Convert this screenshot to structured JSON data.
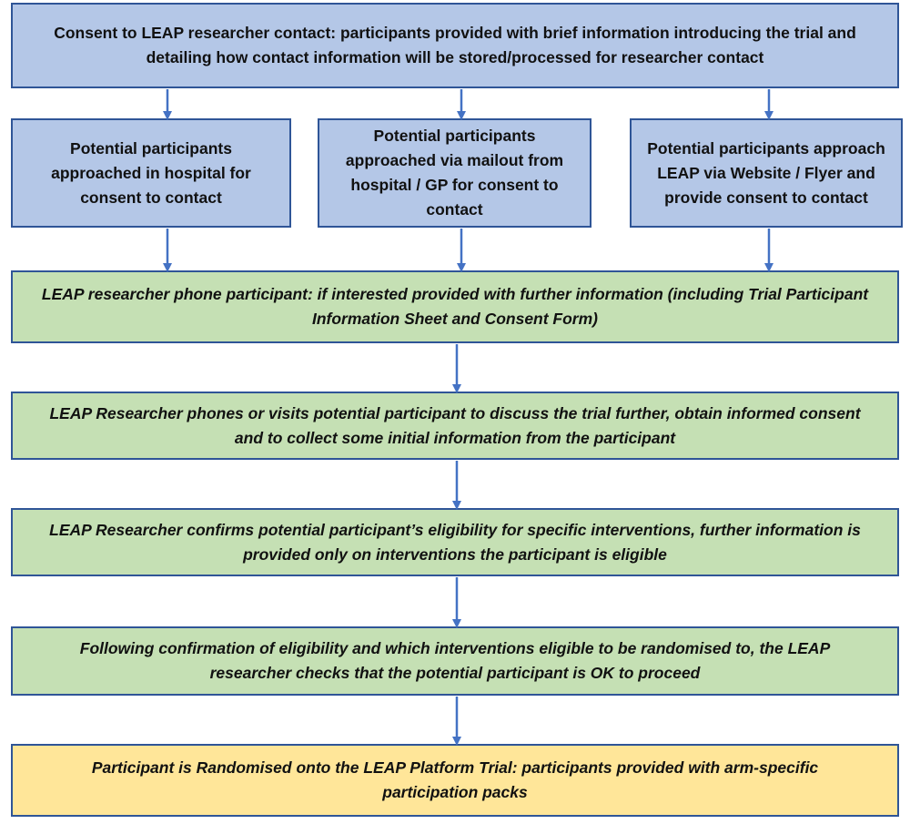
{
  "diagram": {
    "colors": {
      "blue_fill": "#b4c7e7",
      "green_fill": "#c5e0b4",
      "yellow_fill": "#ffe699",
      "border": "#2f5597",
      "arrow": "#4472c4"
    },
    "top_box": "Consent to LEAP researcher contact: participants provided with brief information introducing the trial and detailing how contact information will be stored/processed for researcher contact",
    "routes": [
      "Potential participants approached in hospital for consent to contact",
      "Potential participants approached via mailout from hospital / GP for consent to contact",
      "Potential participants approach LEAP via Website / Flyer and provide consent to contact"
    ],
    "steps": [
      "LEAP researcher phone participant: if interested provided with further information (including Trial Participant Information Sheet and Consent Form)",
      "LEAP Researcher phones or visits potential participant to discuss the trial further, obtain informed consent and to collect some initial information from the participant",
      "LEAP Researcher confirms potential participant’s eligibility for specific interventions, further information is provided only on interventions the participant is eligible",
      "Following confirmation of eligibility and which interventions eligible to be randomised to, the LEAP researcher checks that the potential participant is OK to proceed"
    ],
    "final_box": "Participant is Randomised onto the LEAP Platform Trial: participants provided with arm-specific participation packs"
  }
}
